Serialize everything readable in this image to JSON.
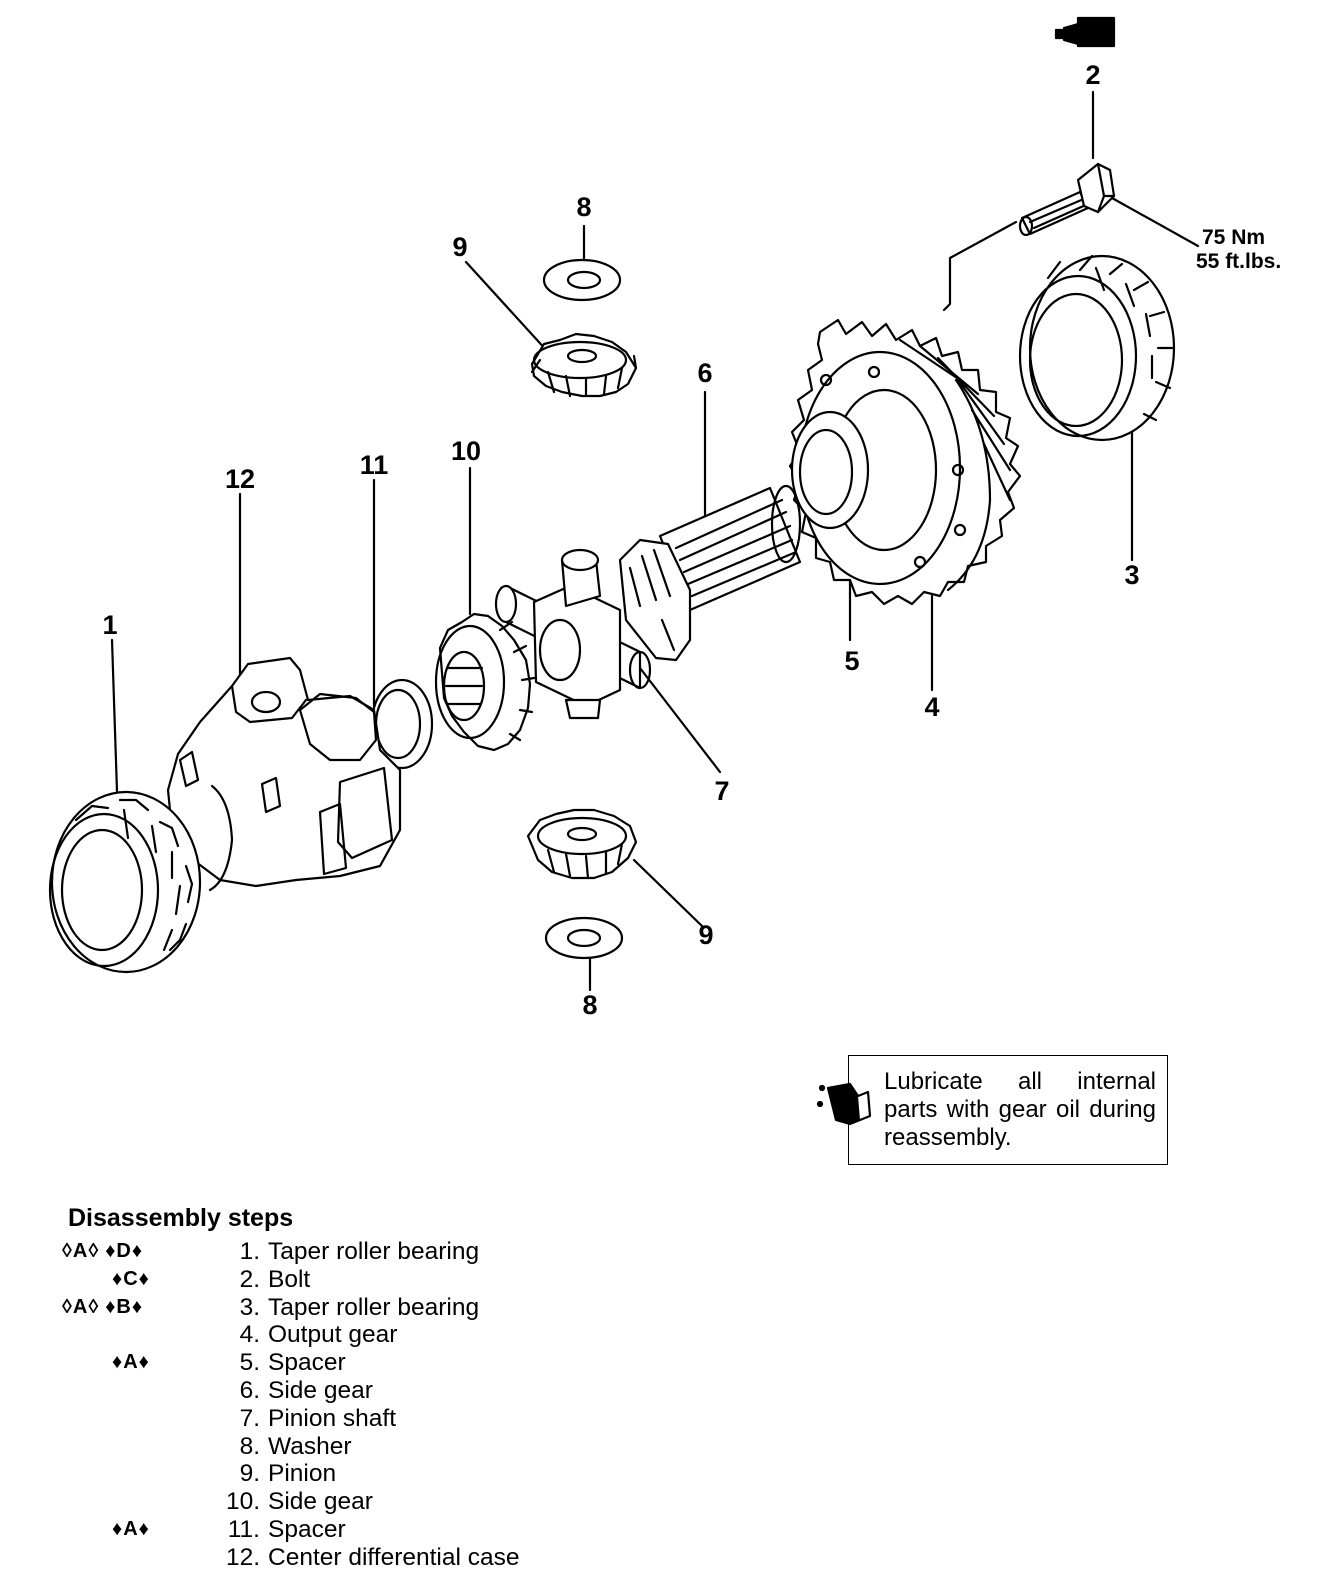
{
  "callouts": {
    "c1": "1",
    "c2": "2",
    "c3": "3",
    "c4": "4",
    "c5": "5",
    "c6": "6",
    "c7": "7",
    "c8_top": "8",
    "c8_bottom": "8",
    "c9_top": "9",
    "c9_bottom": "9",
    "c10": "10",
    "c11": "11",
    "c12": "12"
  },
  "torque": {
    "nm": "75 Nm",
    "ftlbs": "55 ft.lbs."
  },
  "note": {
    "text": "Lubricate all internal parts with gear oil during reassembly.",
    "icon": "oil-can-icon"
  },
  "steps_title": "Disassembly steps",
  "steps": [
    {
      "marks": [
        "◊A◊",
        "♦D♦"
      ],
      "num": "1.",
      "name": "Taper roller bearing"
    },
    {
      "marks": [
        "",
        "♦C♦"
      ],
      "num": "2.",
      "name": "Bolt"
    },
    {
      "marks": [
        "◊A◊",
        "♦B♦"
      ],
      "num": "3.",
      "name": "Taper roller bearing"
    },
    {
      "marks": [
        "",
        ""
      ],
      "num": "4.",
      "name": "Output gear"
    },
    {
      "marks": [
        "",
        "♦A♦"
      ],
      "num": "5.",
      "name": "Spacer"
    },
    {
      "marks": [
        "",
        ""
      ],
      "num": "6.",
      "name": "Side gear"
    },
    {
      "marks": [
        "",
        ""
      ],
      "num": "7.",
      "name": "Pinion shaft"
    },
    {
      "marks": [
        "",
        ""
      ],
      "num": "8.",
      "name": "Washer"
    },
    {
      "marks": [
        "",
        ""
      ],
      "num": "9.",
      "name": "Pinion"
    },
    {
      "marks": [
        "",
        ""
      ],
      "num": "10.",
      "name": "Side gear"
    },
    {
      "marks": [
        "",
        "♦A♦"
      ],
      "num": "11.",
      "name": "Spacer"
    },
    {
      "marks": [
        "",
        ""
      ],
      "num": "12.",
      "name": "Center differential case"
    }
  ],
  "sealant_icon": "sealant-tube-icon"
}
